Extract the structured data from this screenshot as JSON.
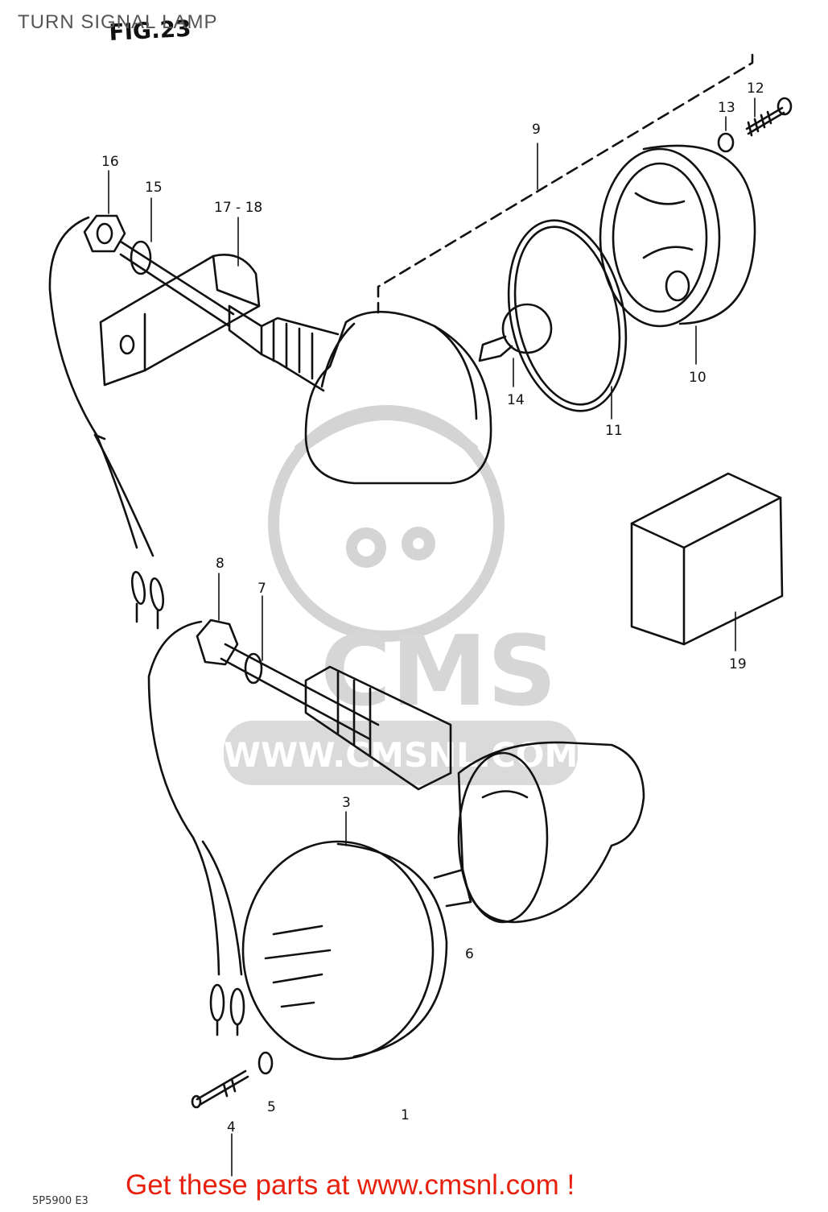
{
  "title": "TURN SIGNAL LAMP",
  "figure_label": "FIG.23",
  "drawing_code": "5P5900 E3",
  "watermark": {
    "brand": "CMS",
    "url": "WWW.CMSNL.COM"
  },
  "footer": {
    "text": "Get these parts at www.cmsnl.com !",
    "color": "#e8200e"
  },
  "colors": {
    "line": "#111111",
    "watermark": "#d2d2d2"
  },
  "callouts": [
    "1",
    "3",
    "4",
    "5",
    "6",
    "7",
    "8",
    "9",
    "10",
    "11",
    "12",
    "13",
    "14",
    "15",
    "16",
    "17 - 18",
    "19"
  ]
}
